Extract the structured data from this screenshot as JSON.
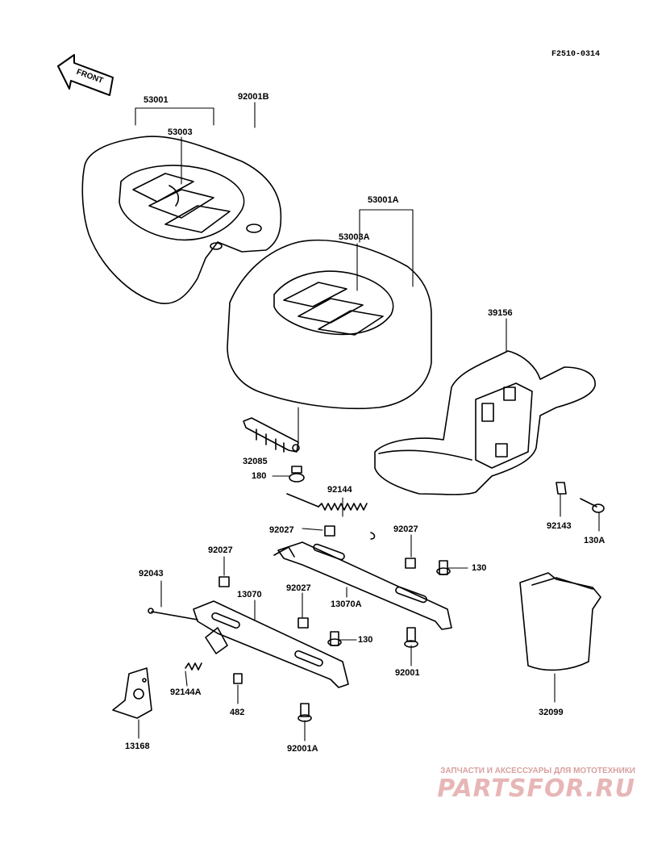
{
  "diagram": {
    "ref_code": "F2510-0314",
    "front_label": "FRONT",
    "parts": [
      {
        "id": "p53001",
        "label": "53001"
      },
      {
        "id": "p53003",
        "label": "53003"
      },
      {
        "id": "p92001B",
        "label": "92001B"
      },
      {
        "id": "p53001A",
        "label": "53001A"
      },
      {
        "id": "p53003A",
        "label": "53003A"
      },
      {
        "id": "p39156",
        "label": "39156"
      },
      {
        "id": "p32085",
        "label": "32085"
      },
      {
        "id": "p180",
        "label": "180"
      },
      {
        "id": "p92144",
        "label": "92144"
      },
      {
        "id": "p92027a",
        "label": "92027"
      },
      {
        "id": "p92027b",
        "label": "92027"
      },
      {
        "id": "p92027c",
        "label": "92027"
      },
      {
        "id": "p92027d",
        "label": "92027"
      },
      {
        "id": "p92143",
        "label": "92143"
      },
      {
        "id": "p130A",
        "label": "130A"
      },
      {
        "id": "p130a",
        "label": "130"
      },
      {
        "id": "p130b",
        "label": "130"
      },
      {
        "id": "p92043",
        "label": "92043"
      },
      {
        "id": "p13070",
        "label": "13070"
      },
      {
        "id": "p13070A",
        "label": "13070A"
      },
      {
        "id": "p92001",
        "label": "92001"
      },
      {
        "id": "p92144A",
        "label": "92144A"
      },
      {
        "id": "p482",
        "label": "482"
      },
      {
        "id": "p13168",
        "label": "13168"
      },
      {
        "id": "p92001A",
        "label": "92001A"
      },
      {
        "id": "p32099",
        "label": "32099"
      }
    ]
  },
  "watermark": {
    "line1": "ЗАПЧАСТИ И АКСЕССУАРЫ ДЛЯ МОТОТЕХНИКИ",
    "line2": "PARTSFOR.RU",
    "color": "#e7b6b6"
  }
}
